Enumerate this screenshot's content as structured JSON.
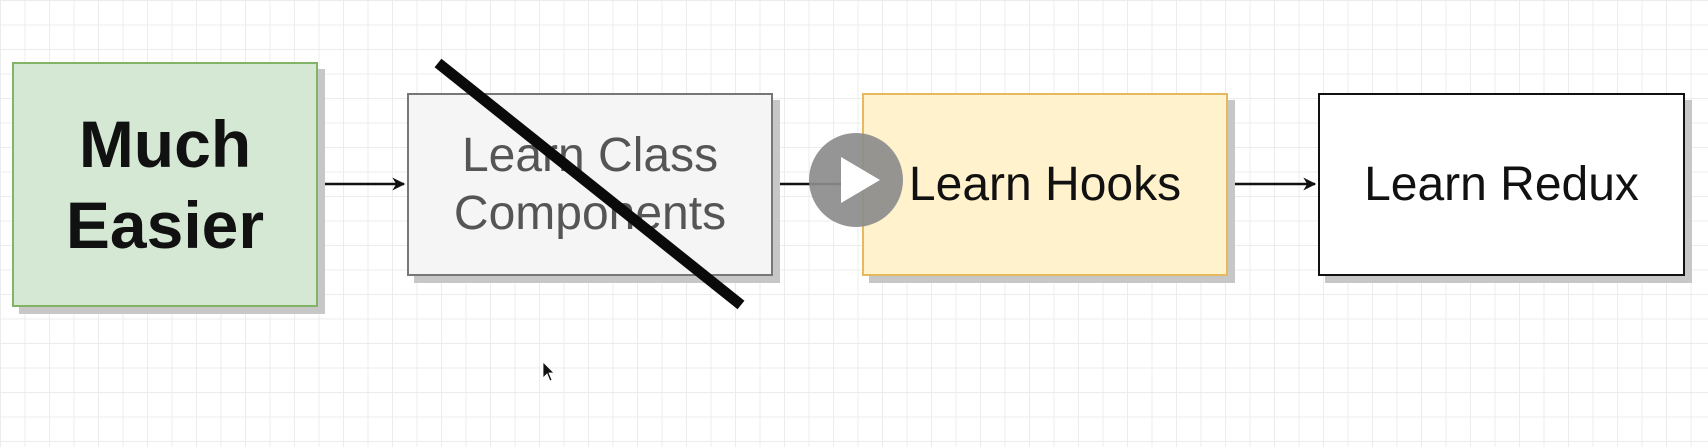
{
  "diagram": {
    "nodes": [
      {
        "id": "much-easier",
        "label": "Much Easier"
      },
      {
        "id": "learn-class",
        "label": "Learn Class Components"
      },
      {
        "id": "learn-hooks",
        "label": "Learn Hooks"
      },
      {
        "id": "learn-redux",
        "label": "Learn Redux"
      }
    ],
    "edges": [
      {
        "from": "much-easier",
        "to": "learn-class"
      },
      {
        "from": "learn-class",
        "to": "learn-hooks"
      },
      {
        "from": "learn-hooks",
        "to": "learn-redux"
      }
    ],
    "crossed_out_node": "learn-class"
  },
  "colors": {
    "grid": "#ececec",
    "much_easier_fill": "#d5e8d4",
    "much_easier_stroke": "#82b366",
    "learn_class_fill": "#f5f5f5",
    "learn_class_stroke": "#777777",
    "learn_hooks_fill": "#fff2cc",
    "learn_hooks_stroke": "#e6b95e",
    "learn_redux_fill": "#ffffff",
    "learn_redux_stroke": "#111111",
    "arrow": "#111111",
    "play_button": "#8c8c8c"
  },
  "icons": {
    "play": "play-icon",
    "cursor": "mouse-cursor-icon"
  }
}
